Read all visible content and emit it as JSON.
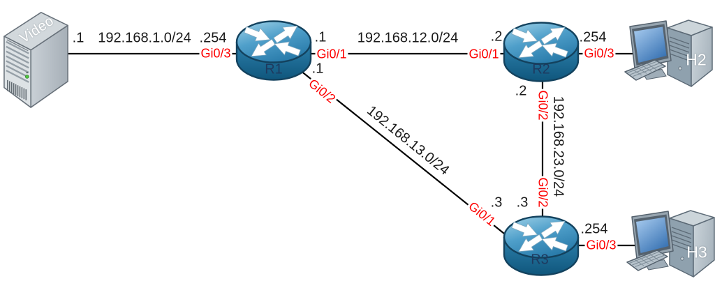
{
  "diagram": {
    "nodes": {
      "video": {
        "label": "Video",
        "type": "server"
      },
      "r1": {
        "label": "R1",
        "type": "router"
      },
      "r2": {
        "label": "R2",
        "type": "router"
      },
      "r3": {
        "label": "R3",
        "type": "router"
      },
      "h2": {
        "label": "H2",
        "type": "host"
      },
      "h3": {
        "label": "H3",
        "type": "host"
      }
    },
    "links": {
      "video_r1": {
        "subnet": "192.168.1.0/24",
        "video_ip": ".1",
        "r1_ip": ".254",
        "r1_if": "Gi0/3"
      },
      "r1_r2": {
        "subnet": "192.168.12.0/24",
        "r1_ip": ".1",
        "r1_if": "Gi0/1",
        "r2_ip": ".2",
        "r2_if": "Gi0/1"
      },
      "r1_r3": {
        "subnet": "192.168.13.0/24",
        "r1_ip": ".1",
        "r1_if": "Gi0/2",
        "r3_ip": ".3",
        "r3_if": "Gi0/1"
      },
      "r2_r3": {
        "subnet": "192.168.23.0/24",
        "r2_ip": ".2",
        "r2_if": "Gi0/2",
        "r3_ip": ".3",
        "r3_if": "Gi0/2"
      },
      "r2_h2": {
        "r2_ip": ".254",
        "r2_if": "Gi0/3"
      },
      "r3_h3": {
        "r3_ip": ".254",
        "r3_if": "Gi0/3"
      }
    },
    "colors": {
      "background": "#ffffff",
      "link_line": "#000000",
      "ip_text": "#1a1a1a",
      "interface_text": "#fd0000",
      "router_label_text": "#1e3a5f",
      "host_label_text": "#ffffff",
      "router_blue": "#3c90bd"
    }
  }
}
